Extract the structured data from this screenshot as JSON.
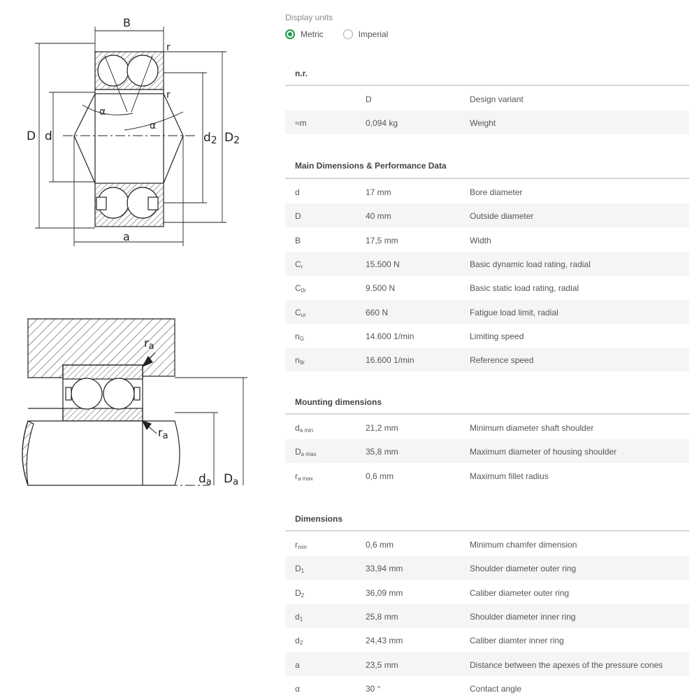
{
  "display_units": {
    "label": "Display units",
    "options": [
      {
        "label": "Metric",
        "selected": true
      },
      {
        "label": "Imperial",
        "selected": false
      }
    ]
  },
  "accent_color": "#1e9a4b",
  "drawing_labels": {
    "top": [
      "B",
      "r",
      "r",
      "α",
      "α",
      "D",
      "d",
      "d",
      "2",
      "D",
      "2",
      "a"
    ],
    "bottom": [
      "r",
      "a",
      "r",
      "a",
      "d",
      "a",
      "D",
      "a"
    ]
  },
  "sections": [
    {
      "title": "n.r.",
      "rows": [
        {
          "sym": "",
          "sub": "",
          "value": "D",
          "desc": "Design variant"
        },
        {
          "sym": "≈m",
          "sub": "",
          "value": "0,094 kg",
          "desc": "Weight"
        }
      ]
    },
    {
      "title": "Main Dimensions & Performance Data",
      "rows": [
        {
          "sym": "d",
          "sub": "",
          "value": "17 mm",
          "desc": "Bore diameter"
        },
        {
          "sym": "D",
          "sub": "",
          "value": "40 mm",
          "desc": "Outside diameter"
        },
        {
          "sym": "B",
          "sub": "",
          "value": "17,5 mm",
          "desc": "Width"
        },
        {
          "sym": "C",
          "sub": "r",
          "value": "15.500 N",
          "desc": "Basic dynamic load rating, radial"
        },
        {
          "sym": "C",
          "sub": "0r",
          "value": "9.500 N",
          "desc": "Basic static load rating, radial"
        },
        {
          "sym": "C",
          "sub": "ur",
          "value": "660 N",
          "desc": "Fatigue load limit, radial"
        },
        {
          "sym": "n",
          "sub": "G",
          "value": "14.600 1/min",
          "desc": "Limiting speed"
        },
        {
          "sym": "n",
          "sub": "9r",
          "value": "16.600 1/min",
          "desc": "Reference speed"
        }
      ]
    },
    {
      "title": "Mounting dimensions",
      "rows": [
        {
          "sym": "d",
          "sub": "a min",
          "value": "21,2 mm",
          "desc": "Minimum diameter shaft shoulder"
        },
        {
          "sym": "D",
          "sub": "a max",
          "value": "35,8 mm",
          "desc": "Maximum diameter of housing shoulder"
        },
        {
          "sym": "r",
          "sub": "a max",
          "value": "0,6 mm",
          "desc": "Maximum fillet radius"
        }
      ]
    },
    {
      "title": "Dimensions",
      "rows": [
        {
          "sym": "r",
          "sub": "min",
          "value": "0,6 mm",
          "desc": "Minimum chamfer dimension"
        },
        {
          "sym": "D",
          "sub": "1",
          "value": "33,94 mm",
          "desc": "Shoulder diameter outer ring"
        },
        {
          "sym": "D",
          "sub": "2",
          "value": "36,09 mm",
          "desc": "Caliber diameter outer ring"
        },
        {
          "sym": "d",
          "sub": "1",
          "value": "25,8 mm",
          "desc": "Shoulder diameter inner ring"
        },
        {
          "sym": "d",
          "sub": "2",
          "value": "24,43 mm",
          "desc": "Caliber diamter inner ring"
        },
        {
          "sym": "a",
          "sub": "",
          "value": "23,5 mm",
          "desc": "Distance between the apexes of the pressure cones"
        },
        {
          "sym": "α",
          "sub": "",
          "value": "30 °",
          "desc": "Contact angle"
        }
      ]
    }
  ]
}
